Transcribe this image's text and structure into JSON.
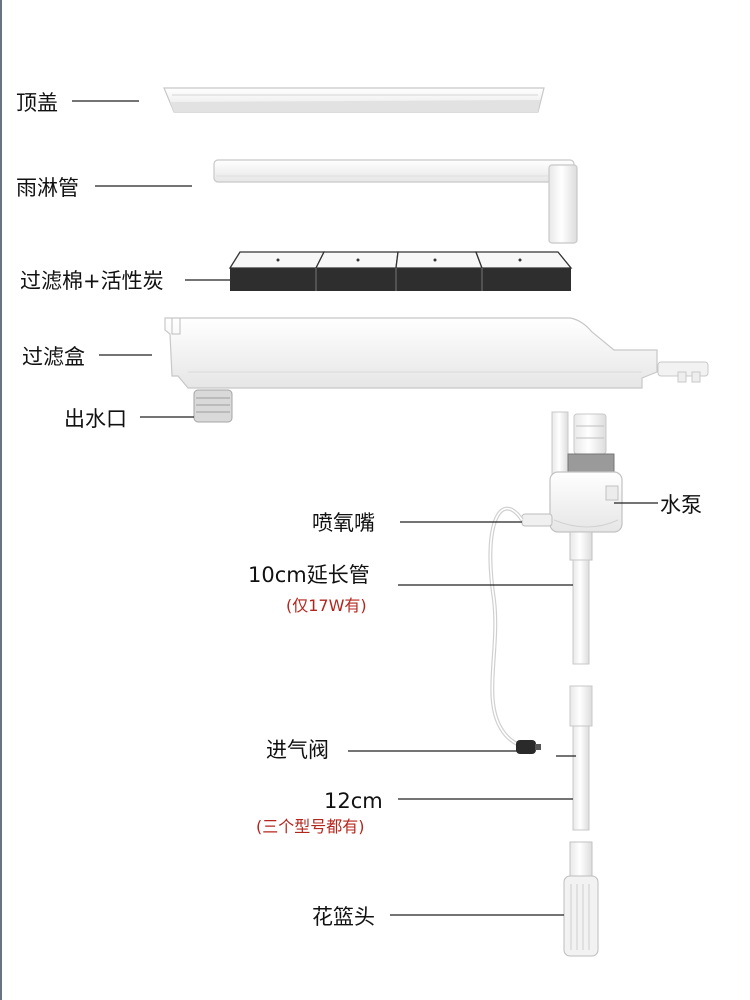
{
  "labels": {
    "top_cover": "顶盖",
    "rain_pipe": "雨淋管",
    "filter_media": "过滤棉+活性炭",
    "filter_box": "过滤盒",
    "outlet": "出水口",
    "pump": "水泵",
    "air_nozzle": "喷氧嘴",
    "extension_pipe": "10cm延长管",
    "extension_note": "(仅17W有)",
    "air_valve": "进气阀",
    "pipe_12cm": "12cm",
    "pipe_12cm_note": "(三个型号都有)",
    "strainer": "花篮头"
  },
  "colors": {
    "part_fill": "#f4f4f4",
    "part_stroke": "#c9c9c9",
    "media_dark": "#2e2e2e",
    "note_red": "#b3261e"
  }
}
